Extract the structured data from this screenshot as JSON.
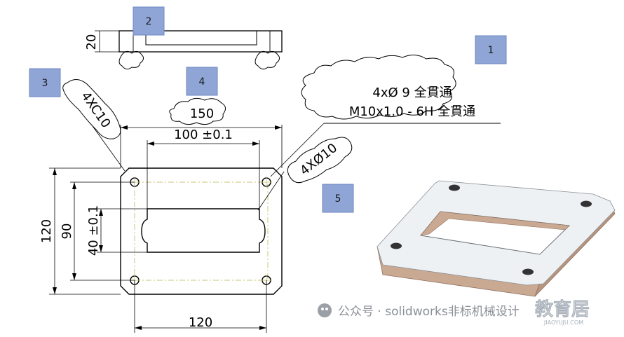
{
  "callouts": {
    "c1": "1",
    "c2": "2",
    "c3": "3",
    "c4": "4",
    "c5": "5"
  },
  "side_view": {
    "thickness": "20"
  },
  "top_view": {
    "overall_width": "150",
    "slot_width": "100 ±0.1",
    "hole_spacing_x": "120",
    "overall_height": "120",
    "hole_spacing_y": "90",
    "slot_height": "40 ±0.1",
    "chamfer": "4XC10",
    "counterbore": "4XØ10"
  },
  "hole_note": {
    "line1": "4xØ 9 全貫通",
    "line2": "M10x1.0 - 6H 全貫通"
  },
  "watermark": {
    "channel": "公众号 · solidworks非标机械设计",
    "brand": "教育居",
    "brand_sub": "JIAOYUJU.COM"
  },
  "colors": {
    "line": "#000000",
    "centerline": "#c8c878",
    "badge": "#8fa5d6",
    "part_top": "#eef1f4",
    "part_side": "#c9a991"
  }
}
